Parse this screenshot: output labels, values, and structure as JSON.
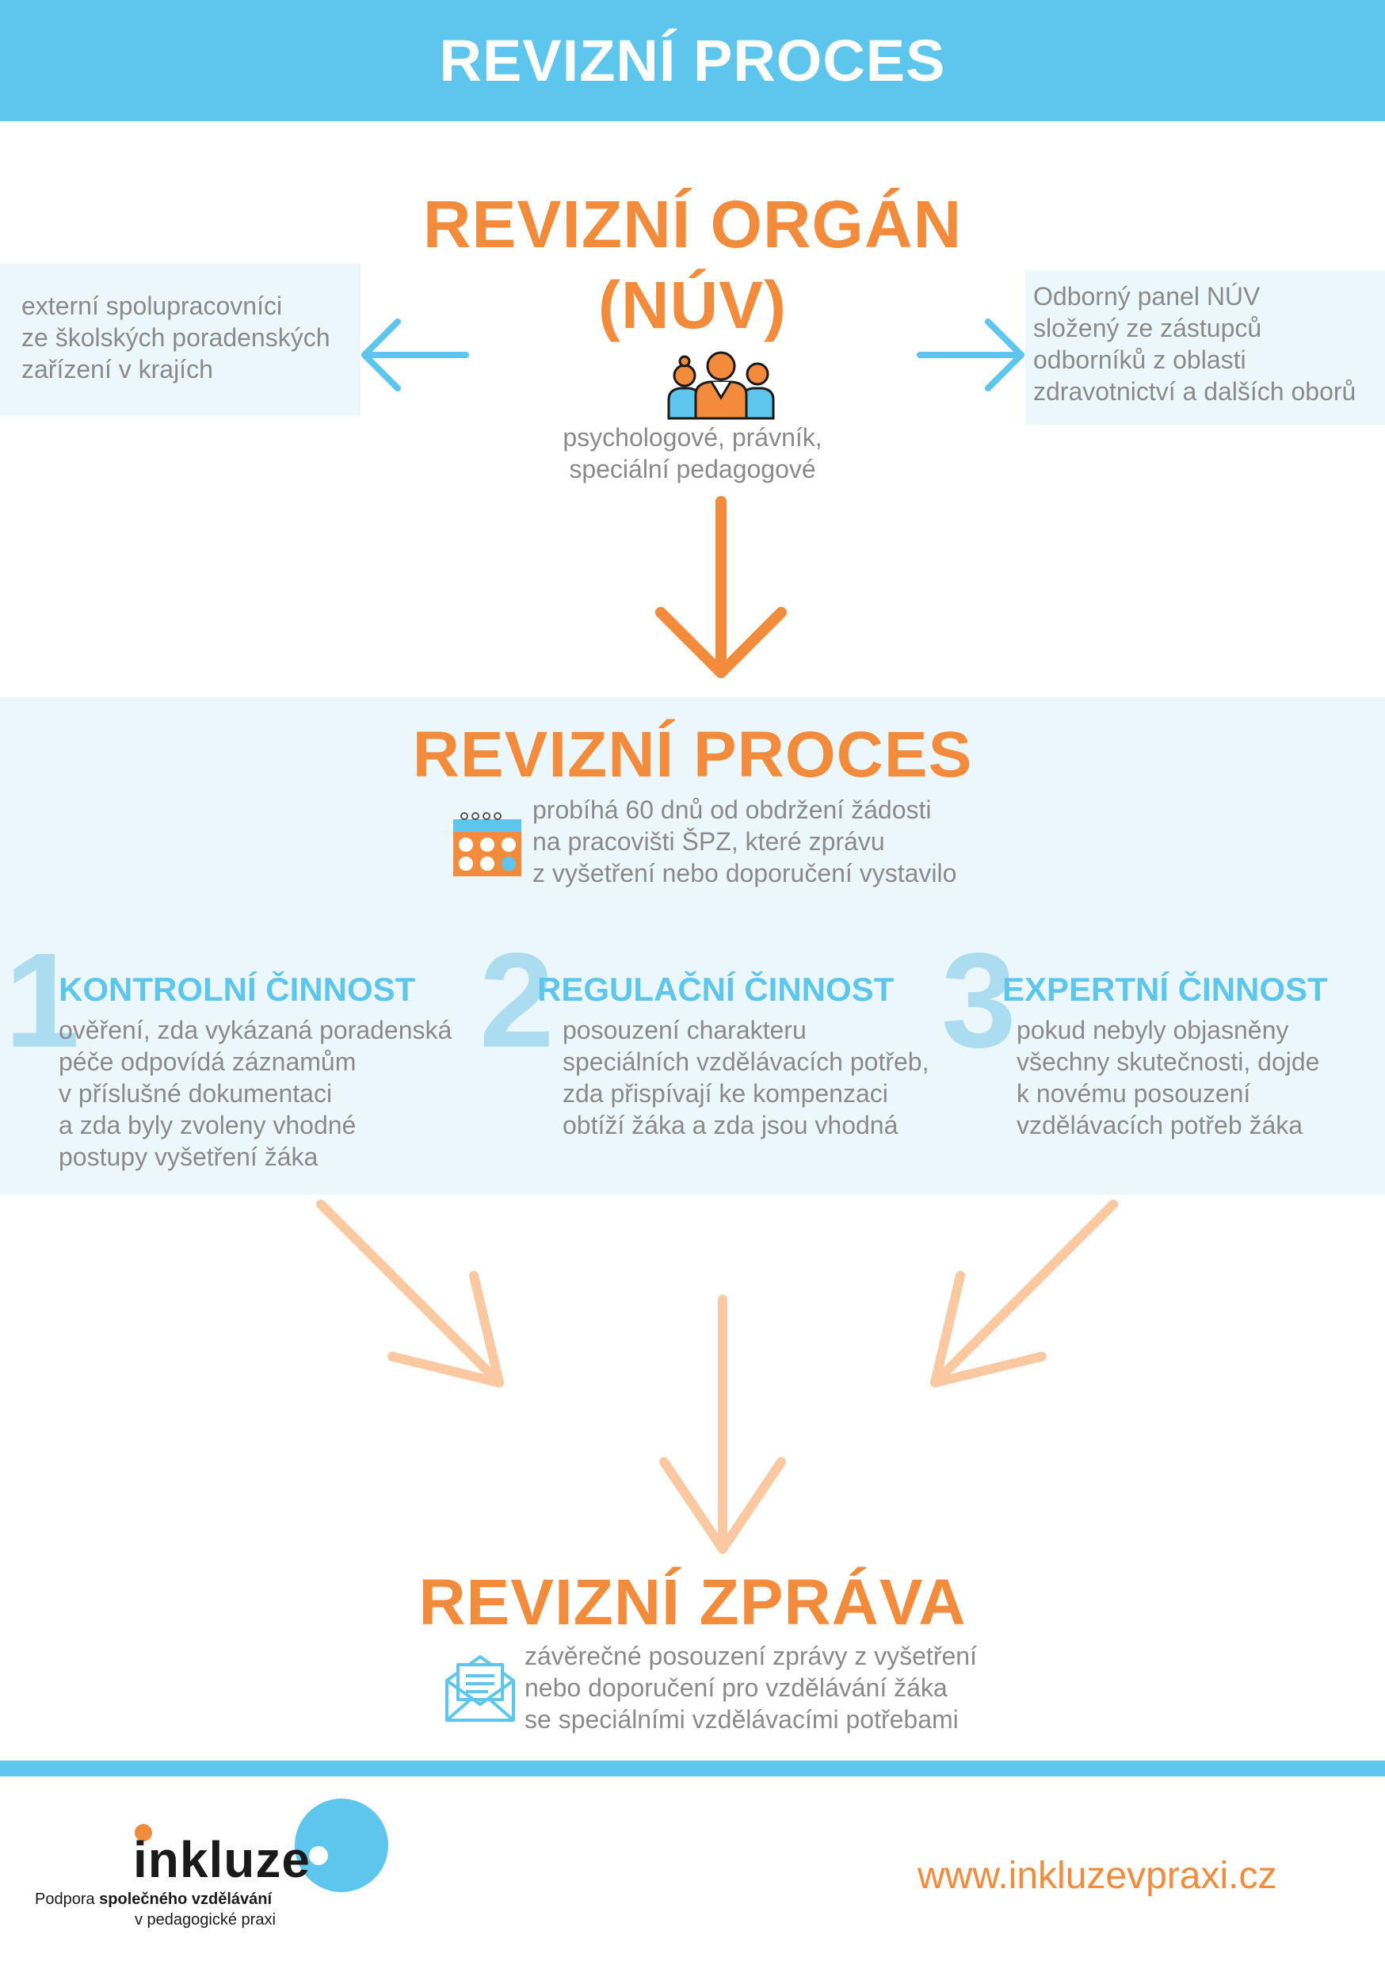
{
  "header": {
    "title": "REVIZNÍ PROCES"
  },
  "organ": {
    "title_line1": "REVIZNÍ ORGÁN",
    "title_line2": "(NÚV)",
    "people_line1": "psychologové, právník,",
    "people_line2": "speciální pedagogové",
    "left_box": [
      "externí spolupracovníci",
      "ze školských poradenských",
      "zařízení v krajích"
    ],
    "right_box": [
      "Odborný panel NÚV",
      "složený ze zástupců",
      "odborníků z oblasti",
      "zdravotnictví a dalších oborů"
    ]
  },
  "process": {
    "title": "REVIZNÍ PROCES",
    "info": [
      "probíhá 60 dnů od obdržení žádosti",
      "na pracovišti ŠPZ, které zprávu",
      "z vyšetření nebo doporučení vystavilo"
    ],
    "steps": [
      {
        "number": "1",
        "title": "KONTROLNÍ ČINNOST",
        "text": [
          "ověření, zda vykázaná poradenská",
          "péče odpovídá záznamům",
          "v příslušné dokumentaci",
          "a zda byly zvoleny vhodné",
          "postupy vyšetření žáka"
        ]
      },
      {
        "number": "2",
        "title": "REGULAČNÍ ČINNOST",
        "text": [
          "posouzení charakteru",
          "speciálních vzdělávacích potřeb,",
          "zda přispívají ke kompenzaci",
          "obtíží žáka a zda jsou vhodná"
        ]
      },
      {
        "number": "3",
        "title": "EXPERTNÍ ČINNOST",
        "text": [
          "pokud nebyly objasněny",
          "všechny skutečnosti, dojde",
          "k novému posouzení",
          "vzdělávacích potřeb žáka"
        ]
      }
    ]
  },
  "report": {
    "title": "REVIZNÍ ZPRÁVA",
    "text": [
      "závěrečné posouzení zprávy z vyšetření",
      "nebo doporučení pro vzdělávání žáka",
      "se speciálními vzdělávacími potřebami"
    ]
  },
  "footer": {
    "logo_word": "inkluze",
    "tagline_prefix": "Podpora ",
    "tagline_bold": "společného vzdělávání",
    "tagline_line2": "v pedagogické praxi",
    "url": "www.inkluzevpraxi.cz"
  },
  "colors": {
    "accent_blue": "#5ec6ec",
    "accent_orange": "#f28b3c",
    "light_orange": "#fbc9a1",
    "band_bg": "#ecf7fc",
    "text_gray": "#8a8a8a"
  },
  "icons": [
    "people-icon",
    "calendar-icon",
    "envelope-icon",
    "arrow-left-icon",
    "arrow-right-icon",
    "arrow-down-icon"
  ]
}
